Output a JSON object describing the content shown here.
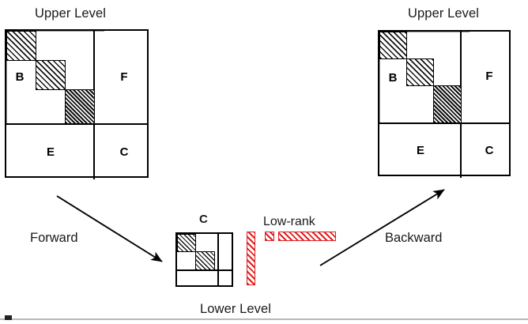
{
  "diagram": {
    "title_left": "Upper Level",
    "title_right": "Upper Level",
    "bottom_label": "Lower Level",
    "lowrank_label": "Low-rank",
    "forward_label": "Forward",
    "backward_label": "Backward",
    "middle_matrix_label": "C"
  },
  "upper_left_matrix": {
    "name": "upper-level-matrix-left",
    "blocks": [
      {
        "id": "B",
        "label": "B"
      },
      {
        "id": "F",
        "label": "F"
      },
      {
        "id": "E",
        "label": "E"
      },
      {
        "id": "C",
        "label": "C"
      }
    ],
    "diagonal_blocks": 3,
    "fill": "hatched"
  },
  "upper_right_matrix": {
    "name": "upper-level-matrix-right",
    "blocks": [
      {
        "id": "B",
        "label": "B"
      },
      {
        "id": "F",
        "label": "F"
      },
      {
        "id": "E",
        "label": "E"
      },
      {
        "id": "C",
        "label": "C"
      }
    ],
    "diagonal_blocks": 3,
    "fill": "hatched"
  },
  "lower_matrix": {
    "name": "lower-level-matrix",
    "label": "C",
    "diagonal_blocks": 2
  },
  "lowrank": {
    "label": "Low-rank",
    "color": "#e02020",
    "shapes": [
      "vertical-bar",
      "small-square",
      "horizontal-bar"
    ]
  },
  "arrows": [
    {
      "id": "forward",
      "label": "Forward",
      "direction": "down-right"
    },
    {
      "id": "backward",
      "label": "Backward",
      "direction": "up-right"
    }
  ],
  "colors": {
    "stroke": "#000000",
    "lowrank": "#e02020",
    "soft_line": "#9a9a9a",
    "footer_rule": "#b8b8b8",
    "background": "#ffffff"
  }
}
